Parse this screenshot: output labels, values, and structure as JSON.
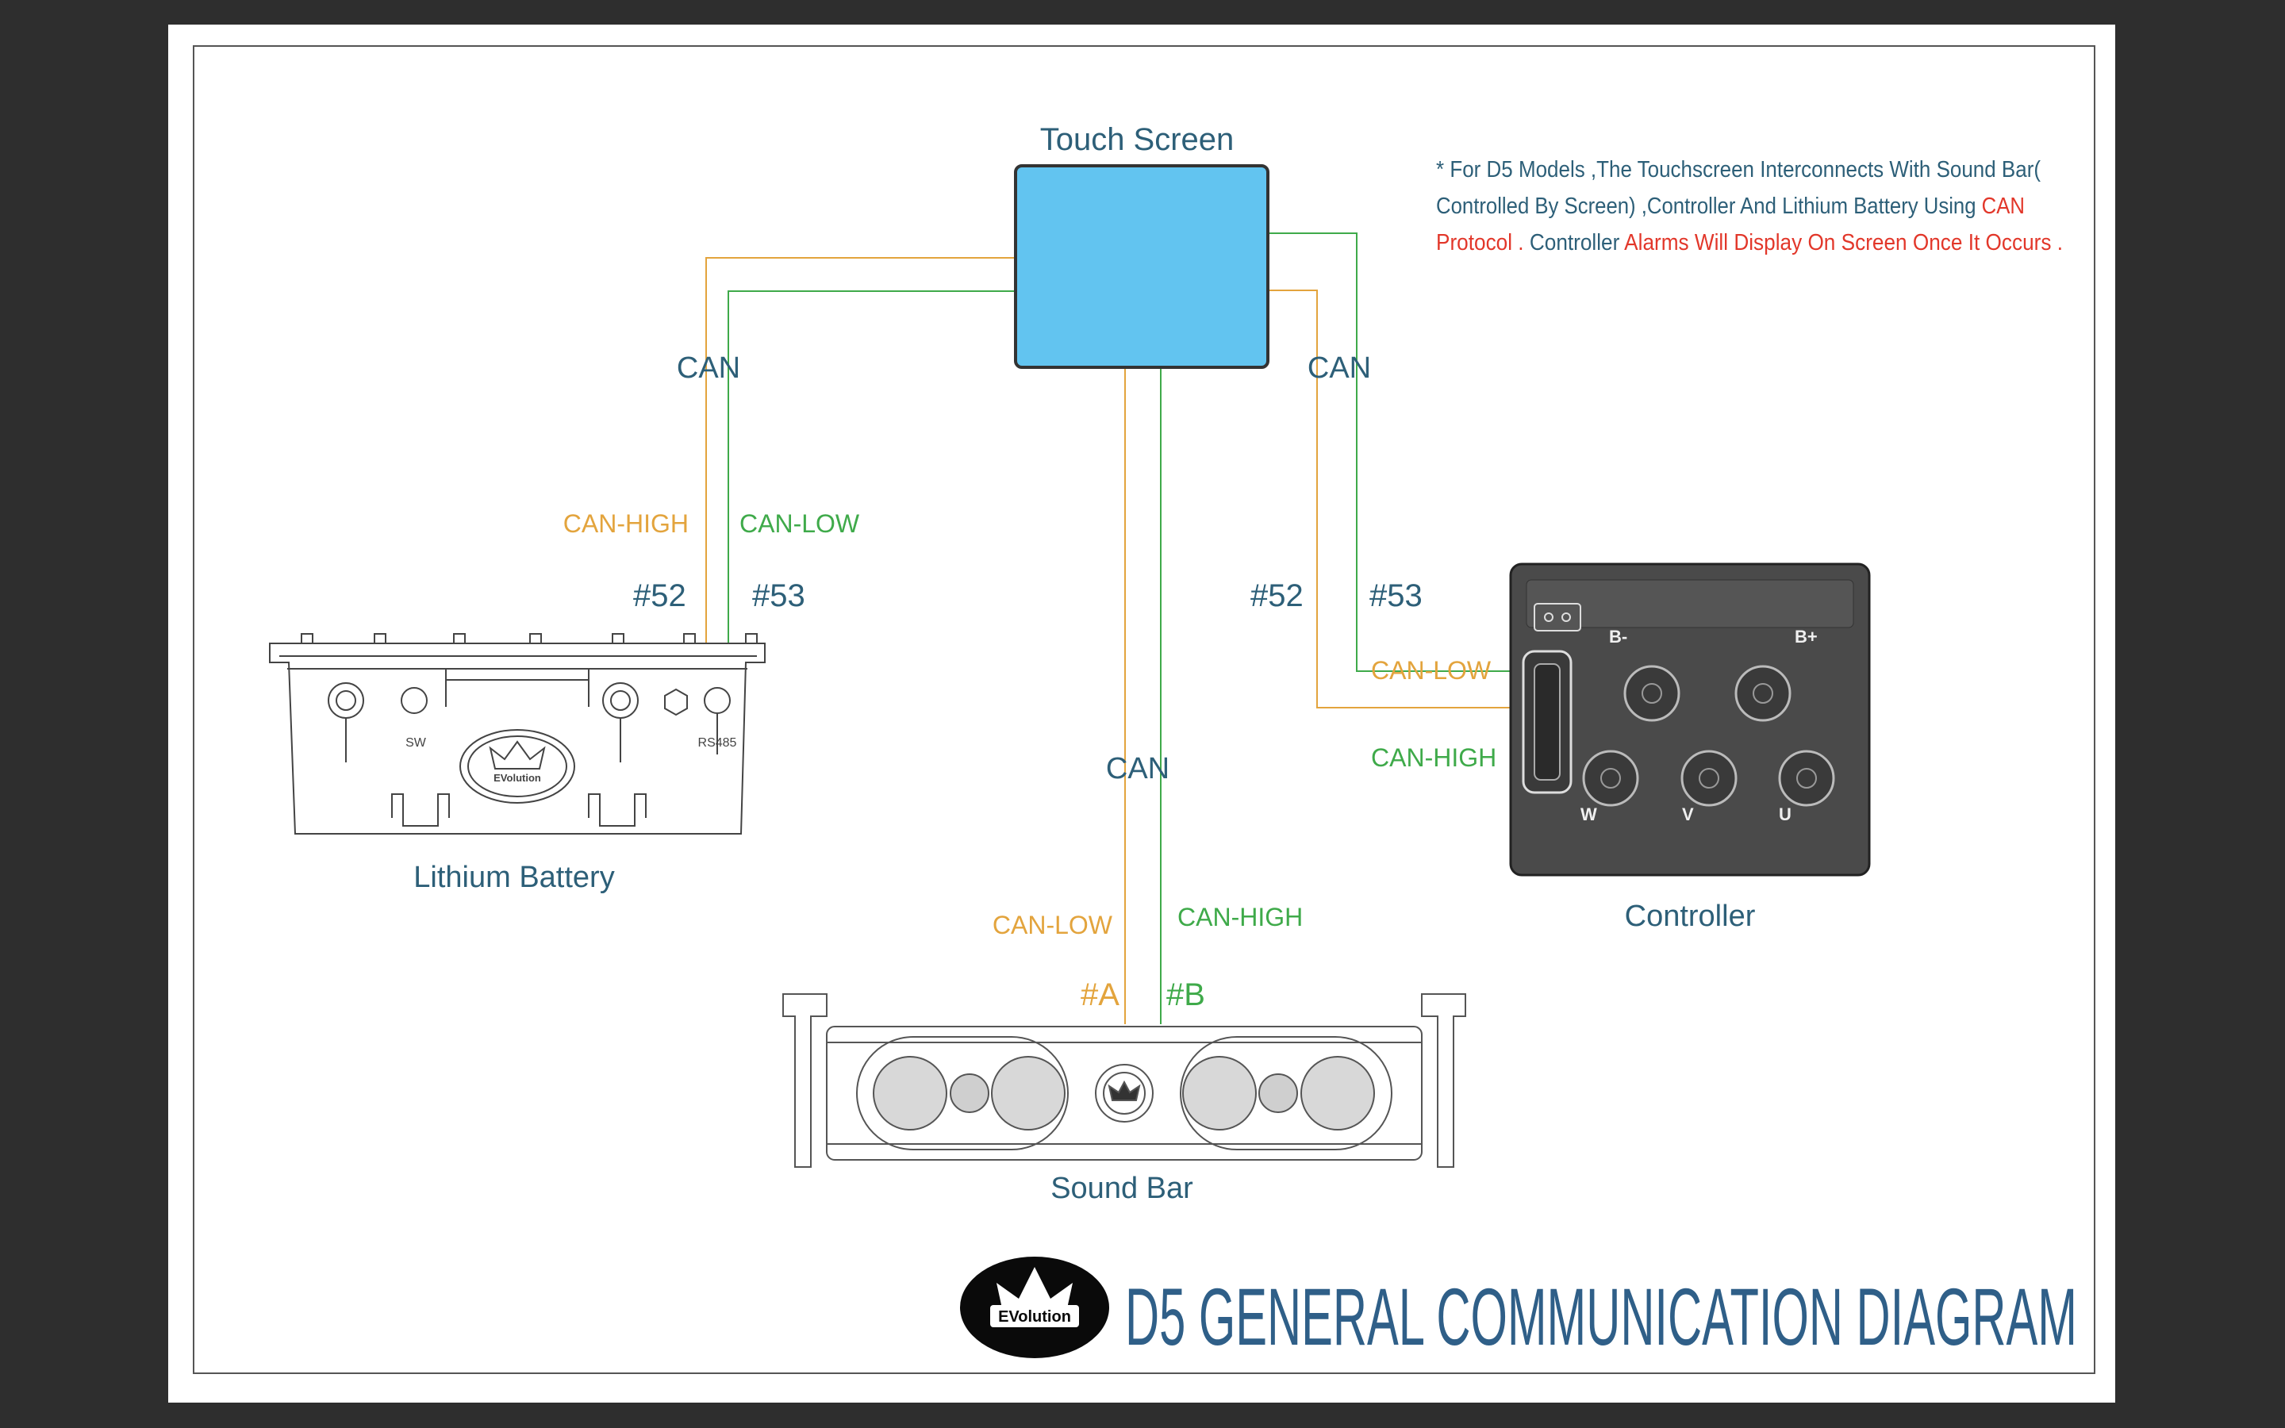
{
  "colors": {
    "page_bg": "#2e2e2e",
    "label_teal": "#2d5f78",
    "wire_orange": "#e3a43d",
    "wire_green": "#3faa4a",
    "screen_fill": "#62c4f0",
    "note_red": "#e2372a",
    "title_blue": "#2f5f88"
  },
  "components": {
    "touch_screen": "Touch Screen",
    "lithium_battery": "Lithium Battery",
    "controller": "Controller",
    "sound_bar": "Sound Bar"
  },
  "battery_marks": {
    "sw": "SW",
    "rs485": "RS485",
    "logo": "EVolution"
  },
  "controller_terminals": {
    "b_minus": "B-",
    "b_plus": "B+",
    "w": "W",
    "v": "V",
    "u": "U"
  },
  "wires": {
    "can_left": "CAN",
    "can_right": "CAN",
    "can_bottom": "CAN",
    "battery_high": "CAN-HIGH",
    "battery_low": "CAN-LOW",
    "battery_pin_high": "#52",
    "battery_pin_low": "#53",
    "controller_pin_high": "#52",
    "controller_pin_low": "#53",
    "controller_low": "CAN-LOW",
    "controller_high": "CAN-HIGH",
    "soundbar_low": "CAN-LOW",
    "soundbar_high": "CAN-HIGH",
    "soundbar_pin_a": "#A",
    "soundbar_pin_b": "#B"
  },
  "note": {
    "line1": "* For D5 Models ,The Touchscreen Interconnects With Sound Bar(",
    "line2_normal": "Controlled By Screen) ,Controller And Lithium Battery Using ",
    "line2_red": "CAN",
    "line3_red1": "Protocol .",
    "line3_normal": "  Controller ",
    "line3_red2": "Alarms Will Display On Screen Once It Occurs ."
  },
  "footer": {
    "logo_text": "EVolution",
    "title": "D5 GENERAL COMMUNICATION DIAGRAM"
  }
}
